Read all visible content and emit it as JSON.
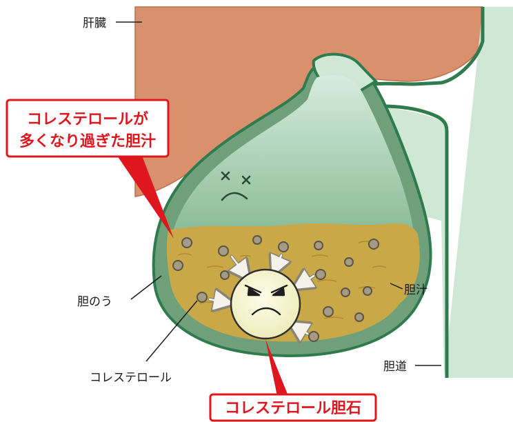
{
  "labels": {
    "liver": "肝臓",
    "gallbladder": "胆のう",
    "cholesterol": "コレステロール",
    "bile": "胆汁",
    "bile_duct": "胆道"
  },
  "callouts": {
    "excess_bile_line1": "コレステロールが",
    "excess_bile_line2": "多くなり過ぎた胆汁",
    "gallstone": "コレステロール胆石"
  },
  "colors": {
    "liver": "#d9906c",
    "gallbladder_wall": "#2f7b4d",
    "gallbladder_wall_fill": "#6fa07a",
    "duct_fill": "#cfe8d6",
    "bile_upper": "#6aa683",
    "bile_sediment": "#c9a847",
    "cholesterol_particle": "#a59b84",
    "gallstone": "#f7f5d3",
    "callout_accent": "#e0161e"
  },
  "icons": {
    "gallbladder_face": "dizzy-face-icon",
    "gallstone_face": "angry-face-icon",
    "particle_arrows": "arrow-icon"
  }
}
